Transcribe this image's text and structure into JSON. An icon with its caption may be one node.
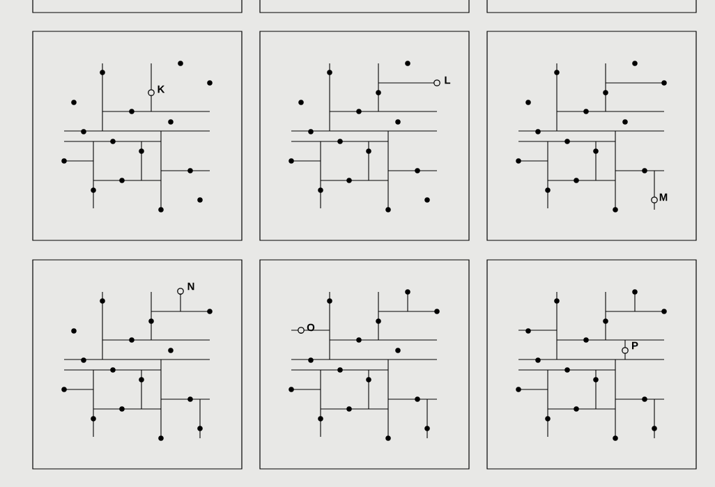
{
  "diagram": {
    "labels": [
      "K",
      "L",
      "M",
      "N",
      "O",
      "P"
    ]
  }
}
